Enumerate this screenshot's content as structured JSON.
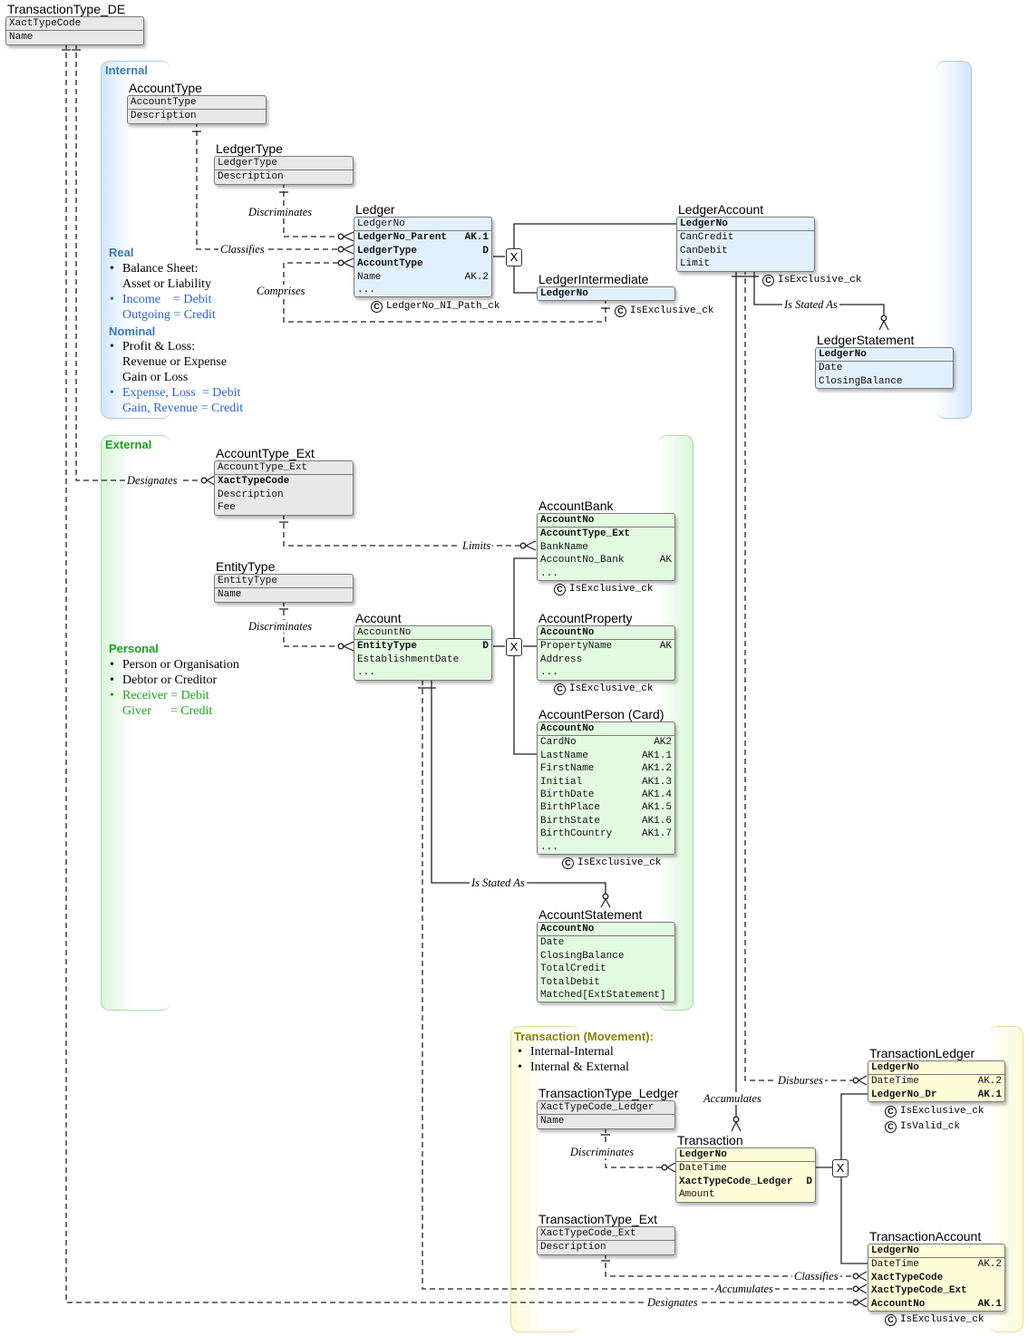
{
  "regions": {
    "internal": {
      "title": "Internal",
      "real_title": "Real",
      "real_lines": [
        "Balance Sheet:",
        "Asset or Liability",
        "Income    = Debit",
        "Outgoing = Credit"
      ],
      "nominal_title": "Nominal",
      "nominal_lines": [
        "Profit & Loss:",
        "Revenue or Expense",
        "Gain or Loss",
        "Expense, Loss  = Debit",
        "Gain, Revenue = Credit"
      ]
    },
    "external": {
      "title": "External",
      "personal_title": "Personal",
      "personal_lines": [
        "Person or Organisation",
        "Debtor or Creditor",
        "Receiver = Debit",
        "Giver      = Credit"
      ]
    },
    "transaction": {
      "title": "Transaction (Movement):",
      "lines": [
        "Internal-Internal",
        "Internal & External"
      ]
    }
  },
  "entities": {
    "transaction_type_de": {
      "name": "TransactionType_DE",
      "attrs": [
        {
          "t": "XactTypeCode"
        },
        {
          "t": "Name"
        }
      ]
    },
    "account_type": {
      "name": "AccountType",
      "attrs": [
        {
          "t": "AccountType"
        },
        {
          "t": "Description"
        }
      ]
    },
    "ledger_type": {
      "name": "LedgerType",
      "attrs": [
        {
          "t": "LedgerType"
        },
        {
          "t": "Description"
        }
      ]
    },
    "ledger": {
      "name": "Ledger",
      "attrs": [
        {
          "t": "LedgerNo"
        },
        {
          "t": "LedgerNo_Parent",
          "a": "AK.1"
        },
        {
          "t": "LedgerType",
          "a": "D"
        },
        {
          "t": "AccountType"
        },
        {
          "t": "Name",
          "a": "AK.2"
        },
        {
          "t": "..."
        }
      ]
    },
    "ledger_account": {
      "name": "LedgerAccount",
      "attrs": [
        {
          "t": "LedgerNo"
        },
        {
          "t": "CanCredit"
        },
        {
          "t": "CanDebit"
        },
        {
          "t": "Limit"
        }
      ]
    },
    "ledger_intermediate": {
      "name": "LedgerIntermediate",
      "attrs": [
        {
          "t": "LedgerNo"
        }
      ]
    },
    "ledger_statement": {
      "name": "LedgerStatement",
      "attrs": [
        {
          "t": "LedgerNo"
        },
        {
          "t": "Date"
        },
        {
          "t": "ClosingBalance"
        }
      ]
    },
    "account_type_ext": {
      "name": "AccountType_Ext",
      "attrs": [
        {
          "t": "AccountType_Ext"
        },
        {
          "t": "XactTypeCode"
        },
        {
          "t": "Description"
        },
        {
          "t": "Fee"
        }
      ]
    },
    "entity_type": {
      "name": "EntityType",
      "attrs": [
        {
          "t": "EntityType"
        },
        {
          "t": "Name"
        }
      ]
    },
    "account": {
      "name": "Account",
      "attrs": [
        {
          "t": "AccountNo"
        },
        {
          "t": "EntityType",
          "a": "D"
        },
        {
          "t": "EstablishmentDate"
        },
        {
          "t": "..."
        }
      ]
    },
    "account_bank": {
      "name": "AccountBank",
      "attrs": [
        {
          "t": "AccountNo"
        },
        {
          "t": "AccountType_Ext"
        },
        {
          "t": "BankName"
        },
        {
          "t": "AccountNo_Bank",
          "a": "AK"
        },
        {
          "t": "..."
        }
      ]
    },
    "account_property": {
      "name": "AccountProperty",
      "attrs": [
        {
          "t": "AccountNo"
        },
        {
          "t": "PropertyName",
          "a": "AK"
        },
        {
          "t": "Address"
        },
        {
          "t": "..."
        }
      ]
    },
    "account_person": {
      "name": "AccountPerson (Card)",
      "attrs": [
        {
          "t": "AccountNo"
        },
        {
          "t": "CardNo",
          "a": "AK2"
        },
        {
          "t": "LastName",
          "a": "AK1.1"
        },
        {
          "t": "FirstName",
          "a": "AK1.2"
        },
        {
          "t": "Initial",
          "a": "AK1.3"
        },
        {
          "t": "BirthDate",
          "a": "AK1.4"
        },
        {
          "t": "BirthPlace",
          "a": "AK1.5"
        },
        {
          "t": "BirthState",
          "a": "AK1.6"
        },
        {
          "t": "BirthCountry",
          "a": "AK1.7"
        },
        {
          "t": "..."
        }
      ]
    },
    "account_statement": {
      "name": "AccountStatement",
      "attrs": [
        {
          "t": "AccountNo"
        },
        {
          "t": "Date"
        },
        {
          "t": "ClosingBalance"
        },
        {
          "t": "TotalCredit"
        },
        {
          "t": "TotalDebit"
        },
        {
          "t": "Matched[ExtStatement]"
        }
      ]
    },
    "transaction_type_ledger": {
      "name": "TransactionType_Ledger",
      "attrs": [
        {
          "t": "XactTypeCode_Ledger"
        },
        {
          "t": "Name"
        }
      ]
    },
    "transaction_type_ext": {
      "name": "TransactionType_Ext",
      "attrs": [
        {
          "t": "XactTypeCode_Ext"
        },
        {
          "t": "Description"
        }
      ]
    },
    "transaction": {
      "name": "Transaction",
      "attrs": [
        {
          "t": "LedgerNo"
        },
        {
          "t": "DateTime"
        },
        {
          "t": "XactTypeCode_Ledger",
          "a": "D"
        },
        {
          "t": "Amount"
        }
      ]
    },
    "transaction_ledger": {
      "name": "TransactionLedger",
      "attrs": [
        {
          "t": "LedgerNo"
        },
        {
          "t": "DateTime",
          "a": "AK.2"
        },
        {
          "t": "LedgerNo_Dr",
          "a": "AK.1"
        }
      ]
    },
    "transaction_account": {
      "name": "TransactionAccount",
      "attrs": [
        {
          "t": "LedgerNo"
        },
        {
          "t": "DateTime",
          "a": "AK.2"
        },
        {
          "t": "XactTypeCode"
        },
        {
          "t": "XactTypeCode_Ext"
        },
        {
          "t": "AccountNo",
          "a": "AK.1"
        }
      ]
    }
  },
  "relationships": {
    "discriminates_ledger": "Discriminates",
    "classifies_ledger": "Classifies",
    "comprises": "Comprises",
    "is_stated_as_ledger": "Is Stated As",
    "designates_ext": "Designates",
    "limits": "Limits",
    "discriminates_account": "Discriminates",
    "is_stated_as_account": "Is Stated As",
    "disburses": "Disburses",
    "accumulates_ledger": "Accumulates",
    "discriminates_xact": "Discriminates",
    "classifies_xact": "Classifies",
    "accumulates_account": "Accumulates",
    "designates_xact": "Designates",
    "exclusive_symbol": "X"
  },
  "constraints": {
    "ledger_path": "LedgerNo_NI_Path_ck",
    "is_exclusive": "IsExclusive_ck",
    "is_valid": "IsValid_ck",
    "c_symbol": "C"
  }
}
